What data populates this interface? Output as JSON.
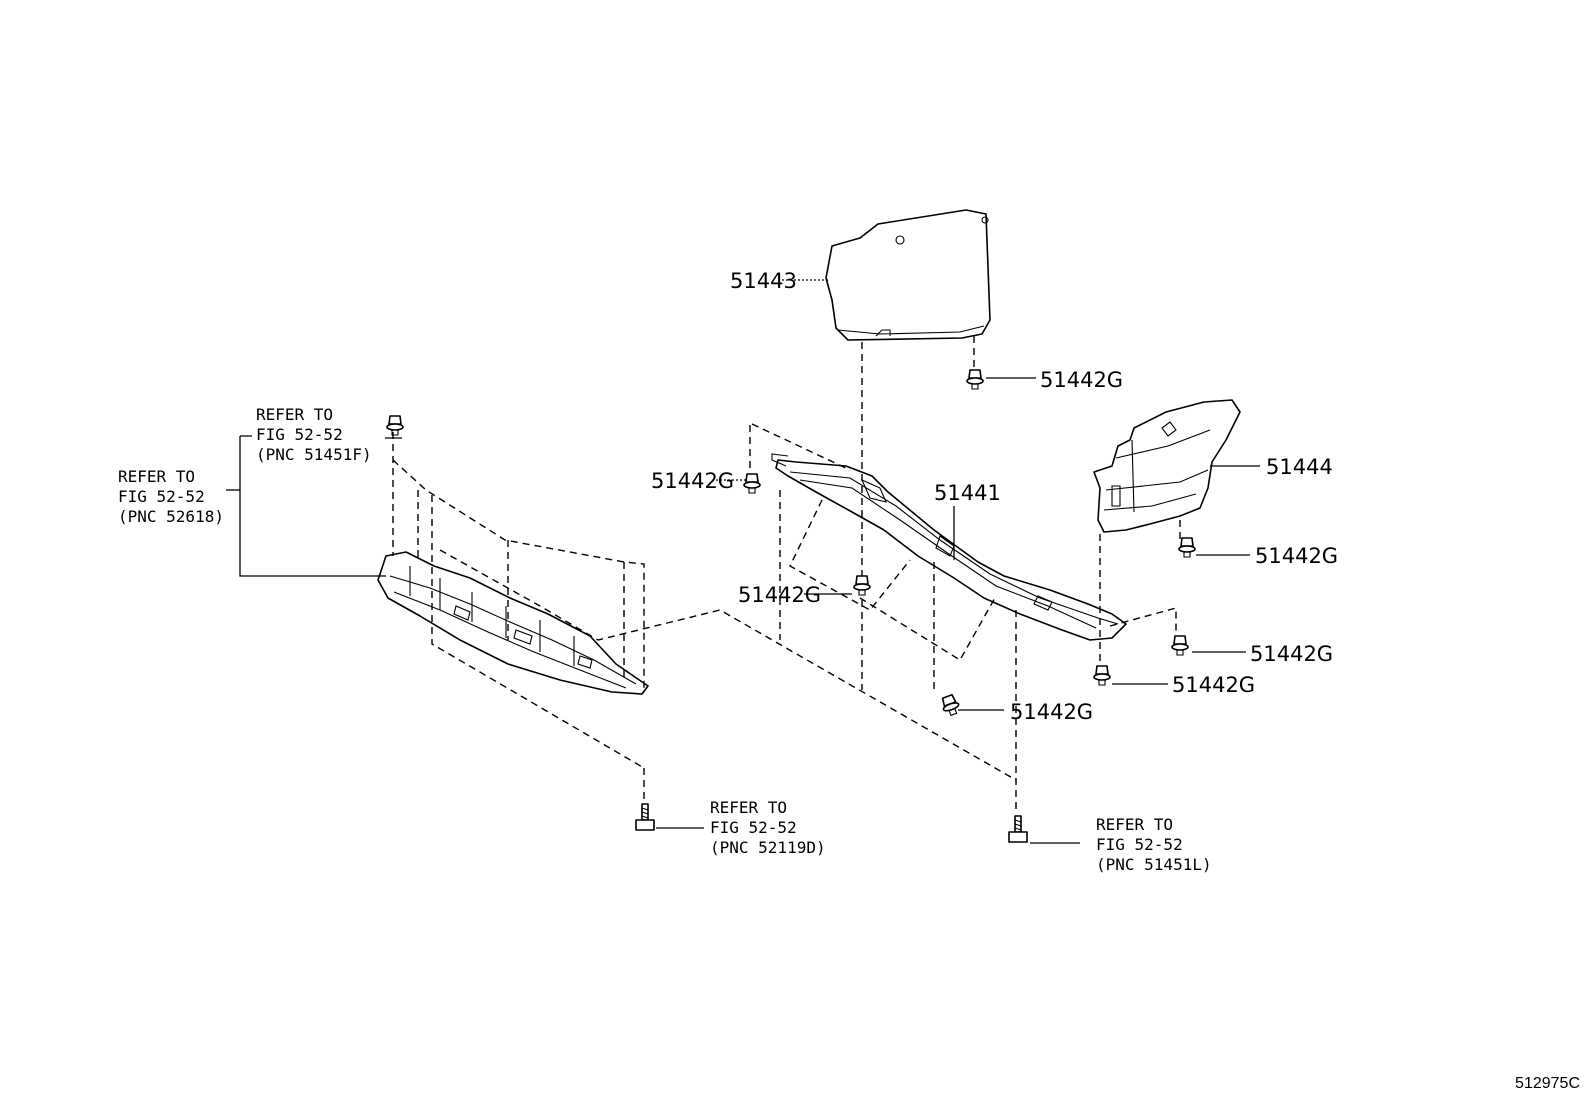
{
  "diagram": {
    "catalog_code": "512975C",
    "parts": {
      "p51443": "51443",
      "p51444": "51444",
      "p51441": "51441"
    },
    "clip_label": "51442G",
    "references": {
      "ref_51451F": {
        "line1": "REFER TO",
        "line2": "FIG 52-52",
        "line3": "(PNC 51451F)"
      },
      "ref_52618": {
        "line1": "REFER TO",
        "line2": "FIG 52-52",
        "line3": "(PNC 52618)"
      },
      "ref_52119D": {
        "line1": "REFER TO",
        "line2": "FIG 52-52",
        "line3": "(PNC 52119D)"
      },
      "ref_51451L": {
        "line1": "REFER TO",
        "line2": "FIG 52-52",
        "line3": "(PNC 51451L)"
      }
    },
    "icons": [
      "clip-icon",
      "bolt-icon"
    ]
  }
}
